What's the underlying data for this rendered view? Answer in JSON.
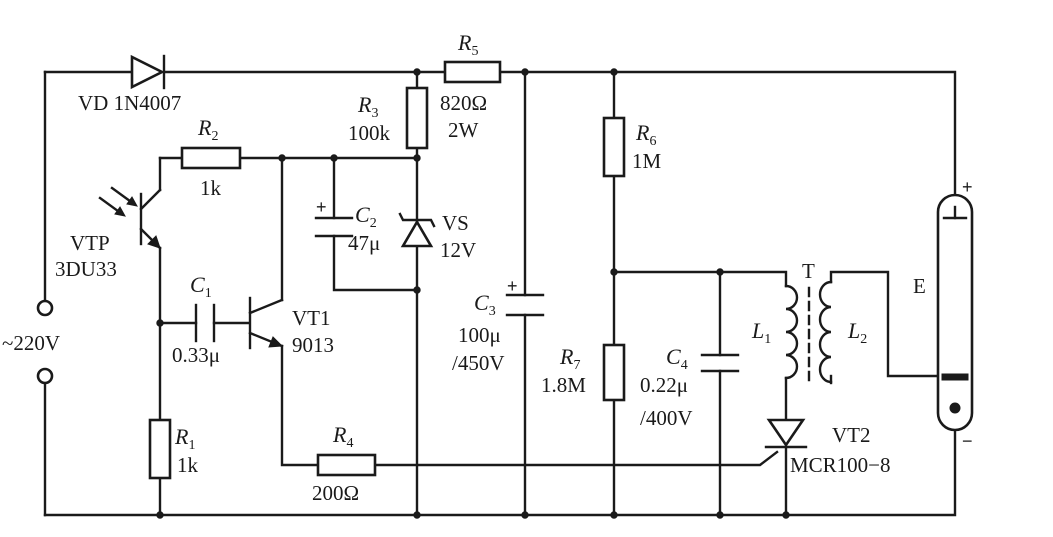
{
  "diagram": {
    "supply": {
      "label": "~220V"
    },
    "VD": {
      "label": "VD 1N4007"
    },
    "R1": {
      "name": "R",
      "sub": "1",
      "value": "1k"
    },
    "R2": {
      "name": "R",
      "sub": "2",
      "value": "1k"
    },
    "R3": {
      "name": "R",
      "sub": "3",
      "value": "100k"
    },
    "R4": {
      "name": "R",
      "sub": "4",
      "value": "200Ω"
    },
    "R5": {
      "name": "R",
      "sub": "5",
      "value1": "820Ω",
      "value2": "2W"
    },
    "R6": {
      "name": "R",
      "sub": "6",
      "value": "1M"
    },
    "R7": {
      "name": "R",
      "sub": "7",
      "value": "1.8M"
    },
    "C1": {
      "name": "C",
      "sub": "1",
      "value": "0.33μ"
    },
    "C2": {
      "name": "C",
      "sub": "2",
      "value": "47μ",
      "polarity": "+"
    },
    "C3": {
      "name": "C",
      "sub": "3",
      "value1": "100μ",
      "value2": "/450V",
      "polarity": "+"
    },
    "C4": {
      "name": "C",
      "sub": "4",
      "value1": "0.22μ",
      "value2": "/400V"
    },
    "VS": {
      "label": "VS",
      "value": "12V"
    },
    "VTP": {
      "label": "VTP",
      "value": "3DU33"
    },
    "VT1": {
      "label": "VT1",
      "value": "9013"
    },
    "VT2": {
      "label": "VT2",
      "value": "MCR100−8"
    },
    "T": {
      "label": "T"
    },
    "L1": {
      "name": "L",
      "sub": "1"
    },
    "L2": {
      "name": "L",
      "sub": "2"
    },
    "lamp": {
      "label": "E",
      "plus": "+",
      "minus": "−"
    }
  }
}
